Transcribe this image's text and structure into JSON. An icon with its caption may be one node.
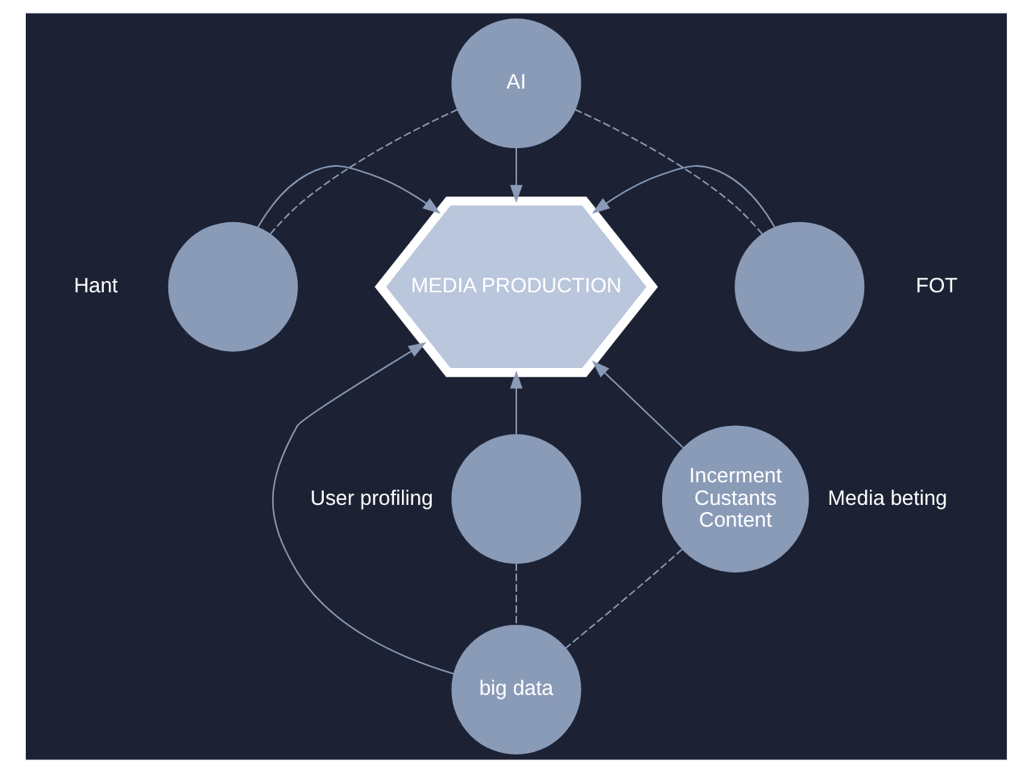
{
  "diagram": {
    "nodes": [
      {
        "text": [
          "MEDIA PRODUCTION"
        ]
      },
      {
        "text": [
          "AI"
        ]
      },
      {
        "text": [],
        "shape": "circle",
        "beside": [
          "Hant"
        ]
      },
      {
        "text": [],
        "shape": "circle",
        "beside": [
          "FOT"
        ]
      },
      {
        "text": [],
        "shape": "circle",
        "beside": [
          "User profiling"
        ]
      },
      {
        "text": [
          "Incerment Custants Content"
        ],
        "beside": [
          "Media beting"
        ]
      },
      {
        "text": [
          "big data"
        ]
      }
    ],
    "edges": [
      {
        "from": 1,
        "to": 0,
        "arrow": "to"
      },
      {
        "from": 2,
        "to": 0,
        "arrow": "to"
      },
      {
        "from": 3,
        "to": 0,
        "arrow": "to"
      },
      {
        "from": 4,
        "to": 0,
        "arrow": "to"
      },
      {
        "from": 5,
        "to": 0,
        "arrow": "to"
      },
      {
        "from": 6,
        "to": 0,
        "arrow": "to"
      },
      {
        "from": 1,
        "to": 2,
        "arrow": "none",
        "style": "dashed"
      },
      {
        "from": 1,
        "to": 3,
        "arrow": "none",
        "style": "dashed"
      },
      {
        "from": 4,
        "to": 6,
        "arrow": "none",
        "style": "dashed"
      },
      {
        "from": 5,
        "to": 6,
        "arrow": "none",
        "style": "dashed"
      }
    ]
  }
}
